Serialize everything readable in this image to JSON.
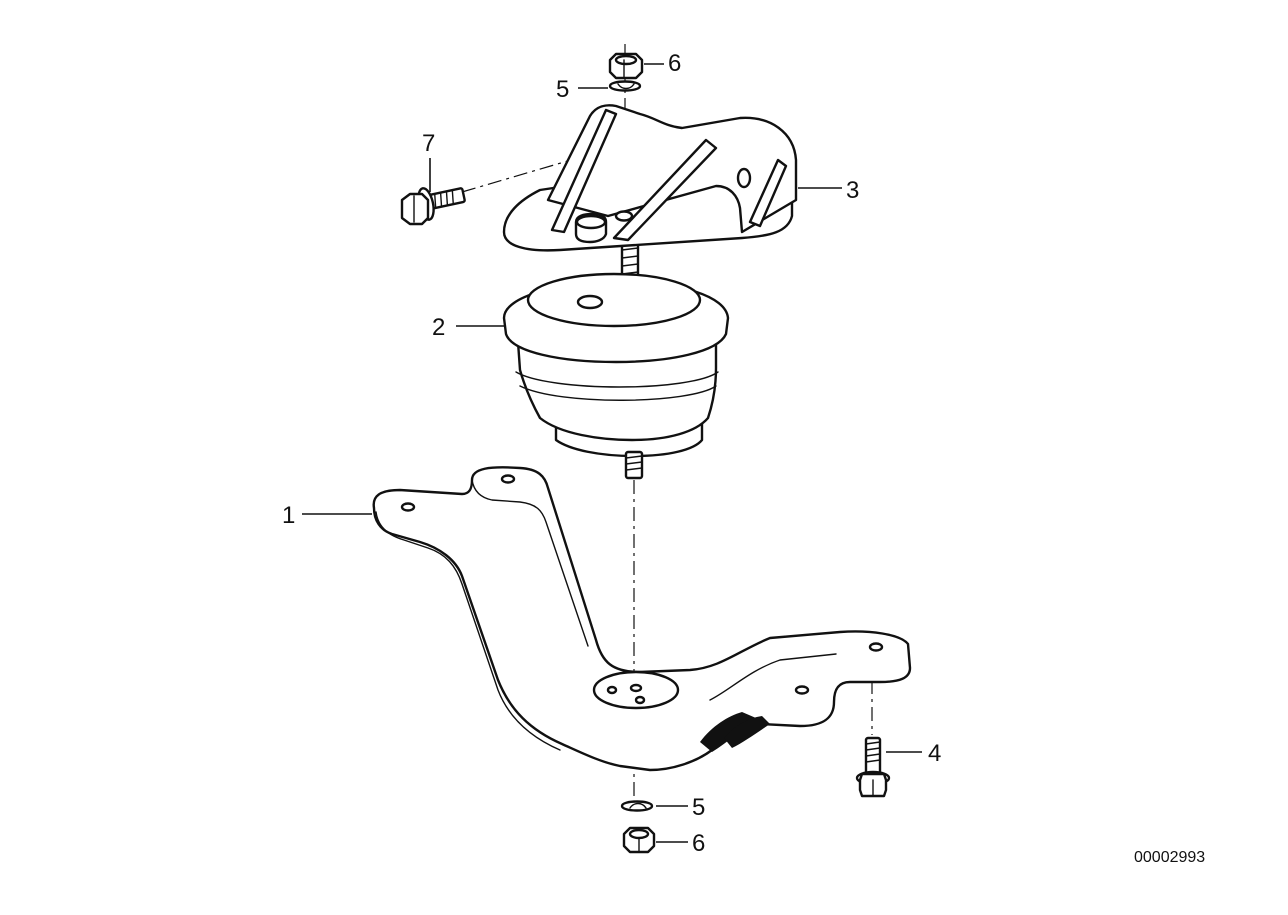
{
  "diagram": {
    "callouts": [
      {
        "id": "c1",
        "label": "1",
        "part": "transmission-crossmember"
      },
      {
        "id": "c2",
        "label": "2",
        "part": "rubber-mount"
      },
      {
        "id": "c3",
        "label": "3",
        "part": "mount-bracket"
      },
      {
        "id": "c4",
        "label": "4",
        "part": "hex-bolt"
      },
      {
        "id": "c5a",
        "label": "5",
        "part": "washer-top"
      },
      {
        "id": "c5b",
        "label": "5",
        "part": "washer-bottom"
      },
      {
        "id": "c6a",
        "label": "6",
        "part": "hex-nut-top"
      },
      {
        "id": "c6b",
        "label": "6",
        "part": "hex-nut-bottom"
      },
      {
        "id": "c7",
        "label": "7",
        "part": "hex-bolt-side"
      }
    ],
    "document_id": "00002993"
  }
}
